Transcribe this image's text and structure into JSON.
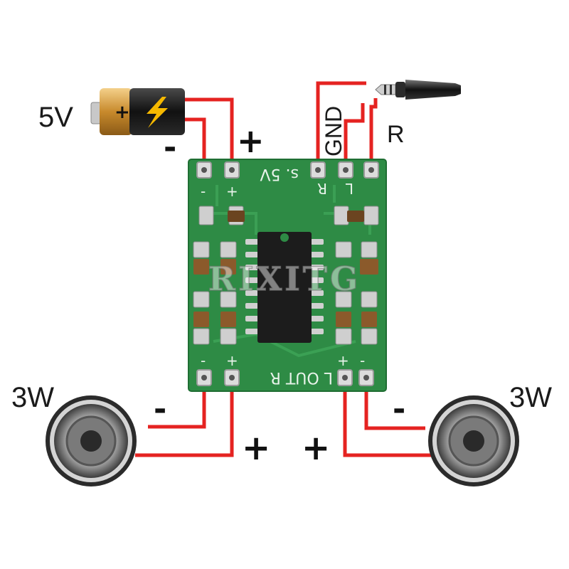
{
  "labels": {
    "battery_voltage": "5V",
    "battery_minus": "-",
    "battery_plus": "+",
    "gnd": "GND",
    "right_channel": "R",
    "speaker_left_power": "3W",
    "speaker_right_power": "3W",
    "speaker_left_minus": "-",
    "speaker_left_plus": "+",
    "speaker_right_minus": "-",
    "speaker_right_plus": "+"
  },
  "board_silkscreen": {
    "power_label": "s. 5V",
    "out_label": "L OUT R",
    "input_r": "R",
    "input_l": "L",
    "pin_minus": "-",
    "pin_plus": "+"
  },
  "watermark": "RIXITG",
  "colors": {
    "wire": "#e52321",
    "pcb": "#2e8b45",
    "pcb_dark": "#1f6e33",
    "solder": "#d9d9d9",
    "chip": "#1c1c1c",
    "battery_gold": "#c88a2c",
    "battery_black": "#111111"
  },
  "icons": {
    "battery": "battery-icon",
    "audio_jack": "audio-jack-icon",
    "speaker": "speaker-icon",
    "lightning": "lightning-icon"
  }
}
